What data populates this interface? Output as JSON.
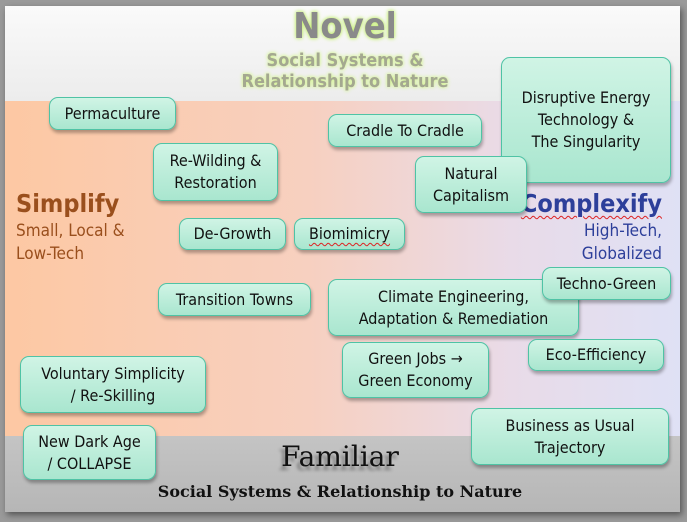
{
  "axes": {
    "top": {
      "title": "Novel",
      "subtitle": "Social Systems &\nRelationship to Nature"
    },
    "bottom": {
      "title": "Familiar",
      "subtitle": "Social  Systems & Relationship to Nature"
    },
    "left": {
      "title": "Simplify",
      "subtitle": "Small, Local &\nLow-Tech"
    },
    "right": {
      "title": "Complexify",
      "subtitle": "High-Tech,\nGlobalized"
    }
  },
  "colors": {
    "box_fill": "#b8ecd7",
    "box_border": "#4fc3a5",
    "simplify": "#9a4f1d",
    "complexify": "#2d3f9a",
    "left_bg": "#fdc8a3",
    "right_bg": "#dfe1f5",
    "bottom_bg": "#bdbdbd"
  },
  "boxes": [
    {
      "id": "permaculture",
      "label": "Permaculture"
    },
    {
      "id": "cradle",
      "label": "Cradle To Cradle"
    },
    {
      "id": "disruptive",
      "label": "Disruptive Energy\nTechnology &\nThe Singularity"
    },
    {
      "id": "rewilding",
      "label": "Re-Wilding &\nRestoration"
    },
    {
      "id": "natcap",
      "label": "Natural\nCapitalism"
    },
    {
      "id": "degrowth",
      "label": "De-Growth"
    },
    {
      "id": "biomimicry",
      "label": "Biomimicry"
    },
    {
      "id": "transition",
      "label": "Transition Towns"
    },
    {
      "id": "climate",
      "label": "Climate Engineering,\nAdaptation & Remediation"
    },
    {
      "id": "technogreen",
      "label": "Techno-Green"
    },
    {
      "id": "greenjobs",
      "label": "Green Jobs →\nGreen Economy"
    },
    {
      "id": "ecoeff",
      "label": "Eco-Efficiency"
    },
    {
      "id": "voluntary",
      "label": "Voluntary Simplicity\n/ Re-Skilling"
    },
    {
      "id": "darkage",
      "label": "New Dark Age\n/ COLLAPSE"
    },
    {
      "id": "bau",
      "label": "Business as Usual\nTrajectory"
    }
  ]
}
